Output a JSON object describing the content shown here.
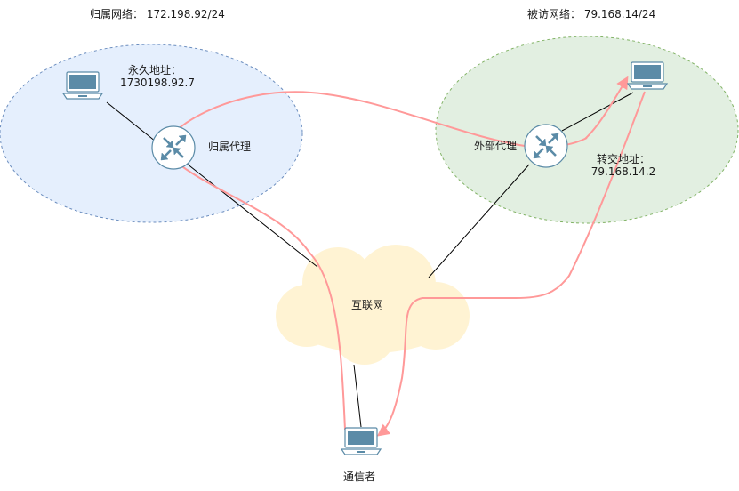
{
  "home_network": {
    "title": "归属网络：  172.198.92/24"
  },
  "visited_network": {
    "title": "被访网络：  79.168.14/24"
  },
  "mobile_node": {
    "label_title": "永久地址：",
    "label_address": "1730198.92.7"
  },
  "home_agent": {
    "label": "归属代理"
  },
  "foreign_agent": {
    "label": "外部代理"
  },
  "care_of": {
    "label_title": "转交地址：",
    "label_address": "79.168.14.2"
  },
  "internet": {
    "label": "互联网"
  },
  "correspondent": {
    "label": "通信者"
  },
  "colors": {
    "home_fill": "#dae8fc",
    "home_stroke": "#6c8ebf",
    "visited_fill": "#d5e8d4",
    "visited_stroke": "#82b366",
    "cloud_fill": "#fff2cc",
    "route": "#ff9999",
    "device": "#5b8ba7",
    "router_fill": "#ffffff"
  },
  "icons": {
    "laptop": "laptop-icon",
    "router": "router-icon",
    "cloud": "cloud-icon"
  }
}
